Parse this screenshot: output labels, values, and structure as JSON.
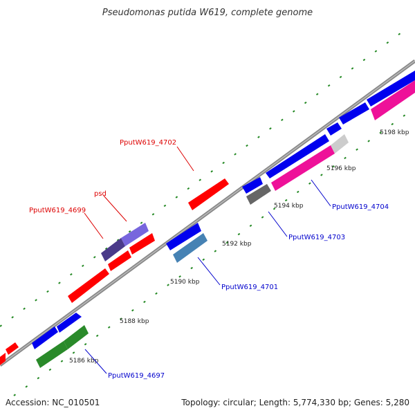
{
  "title": "Pseudomonas putida W619, complete genome",
  "footer": {
    "accession": "Accession: NC_010501",
    "summary": "Topology: circular; Length: 5,774,330 bp; Genes: 5,280"
  },
  "colors": {
    "backbone": "#888888",
    "tick": "#228822",
    "label_red": "#dd0000",
    "label_blue": "#0000cc",
    "cds_forward_red": "#ff0000",
    "cds_reverse_blue": "#0000ee",
    "trna_green": "#2a8a2a",
    "rrna_pink": "#ee1199",
    "misc_grey": "#666666",
    "purple_dark": "#4a3a8a",
    "purple_light": "#7766dd",
    "steelblue": "#4682b4",
    "lightgrey": "#cccccc"
  },
  "kbp_labels": [
    {
      "text": "5186 kbp"
    },
    {
      "text": "5188 kbp"
    },
    {
      "text": "5190 kbp"
    },
    {
      "text": "5192 kbp"
    },
    {
      "text": "5194 kbp"
    },
    {
      "text": "5196 kbp"
    },
    {
      "text": "5198 kbp"
    }
  ],
  "gene_labels": [
    {
      "text": "PputW619_4702",
      "color": "red"
    },
    {
      "text": "psd",
      "color": "red"
    },
    {
      "text": "PputW619_4699",
      "color": "red"
    },
    {
      "text": "PputW619_4704",
      "color": "blue"
    },
    {
      "text": "PputW619_4703",
      "color": "blue"
    },
    {
      "text": "PputW619_4701",
      "color": "blue"
    },
    {
      "text": "PputW619_4697",
      "color": "blue"
    }
  ]
}
